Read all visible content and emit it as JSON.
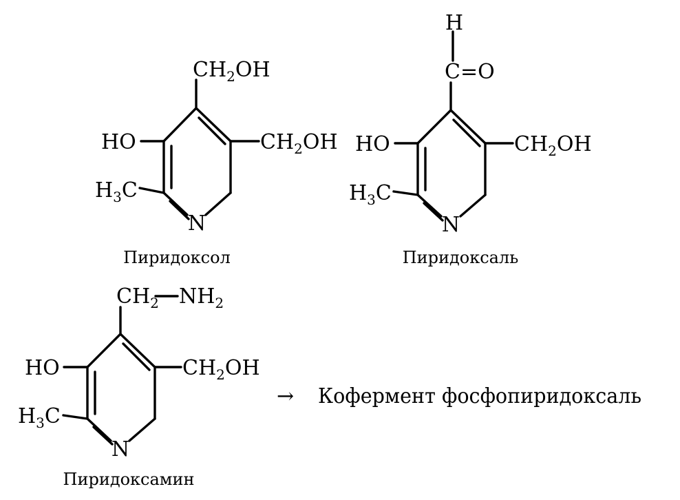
{
  "atoms": {
    "n": "N",
    "ho": "HO",
    "oh": "OH",
    "c": "C",
    "ch": "CH",
    "h": "H",
    "o": "O",
    "nh": "NH",
    "sub2": "2",
    "sub3": "3",
    "eq": "="
  },
  "compounds": [
    {
      "caption": "Пиридоксол"
    },
    {
      "caption": "Пиридоксаль"
    },
    {
      "caption": "Пиридоксамин"
    }
  ],
  "coenzyme": {
    "arrow": "→",
    "text": "Кофермент фосфопиридоксаль"
  }
}
